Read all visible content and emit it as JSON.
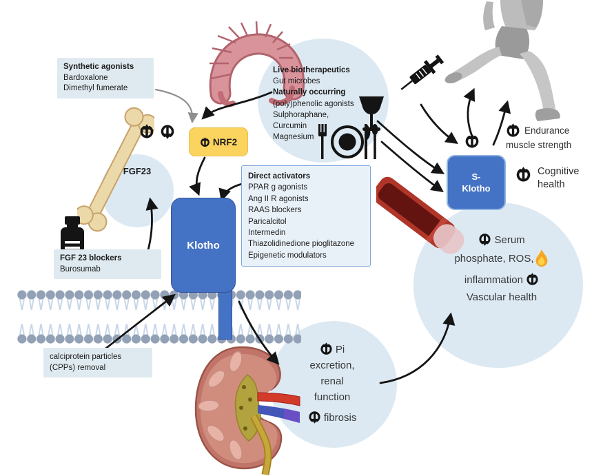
{
  "labels": {
    "synthetic": {
      "title": "Synthetic agonists",
      "line1": "Bardoxalone",
      "line2": "Dimethyl fumerate"
    },
    "nrf2": "NRF2",
    "live": {
      "title": "Live biotherapeutics",
      "line1": "Gut microbes",
      "title2": "Naturally occurring",
      "line2": "(poly)phenolic agonists",
      "line3": "Sulphoraphane,",
      "line4": "Curcumin",
      "line5": "Magnesium"
    },
    "direct": {
      "title": "Direct activators",
      "items": [
        "PPAR g agonists",
        "Ang II R agonists",
        "RAAS blockers",
        "Paricalcitol",
        "Intermedin",
        "Thiazolidinedione pioglitazone",
        "Epigenetic modulators"
      ]
    },
    "fgf23": "FGF23",
    "blockers": {
      "title": "FGF 23 blockers",
      "line1": "Burosumab"
    },
    "klotho": "Klotho",
    "s_klotho": {
      "line1": "S-",
      "line2": "Klotho"
    },
    "calciprotein": {
      "line1": "calciprotein particles",
      "line2": "(CPPs) removal"
    },
    "endurance": {
      "line1": "Endurance",
      "line2": "muscle strength"
    },
    "cognitive": {
      "line1": "Cognitive",
      "line2": "health"
    },
    "serum": {
      "line1": "Serum",
      "line2": "phosphate, ROS,",
      "line3": "inflammation",
      "line4": "Vascular health"
    },
    "pi": {
      "line1": "Pi",
      "line2": "excretion,",
      "line3": "renal",
      "line4": "function",
      "line5": "fibrosis"
    }
  },
  "icons": {
    "up_arrow": "increase-arrow-glyph",
    "down_arrow": "decrease-arrow-glyph",
    "flame": "inflammation-flame",
    "bone": "bone",
    "pill_bottle": "pill-bottle",
    "colon": "gut-colon",
    "wine_glass": "wine-glass",
    "meal": "plate-and-cutlery",
    "syringe": "syringe",
    "runner": "running-person",
    "blood_vessel": "blood-vessel",
    "kidney": "kidney",
    "membrane": "cell-membrane-lipid-bilayer"
  },
  "colors": {
    "accent_blue": "#4472c4",
    "nrf2_yellow": "#fbd45f",
    "circle_light_blue": "#dce9f2",
    "label_box_blue": "#dfeaf0",
    "direct_box_border": "#7da7d9",
    "arrow_black": "#151515",
    "arrow_gray": "#8f8f8f",
    "flame_orange": "#f59d1e",
    "colon_pink": "#d9939b",
    "bone_tan": "#ecd9a9"
  }
}
